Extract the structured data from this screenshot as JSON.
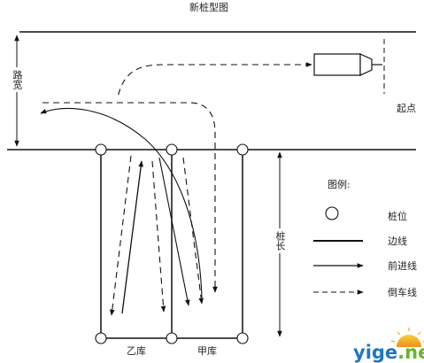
{
  "title": "新桩型图",
  "road_width_label": "路宽",
  "start_label": "起点",
  "pile_length_label": "桩长",
  "garage_b_label": "乙库",
  "garage_a_label": "甲库",
  "legend": {
    "title": "图例:",
    "items": [
      {
        "label": "桩位",
        "icon": "pile-circle-icon"
      },
      {
        "label": "边线",
        "icon": "solid-line-icon"
      },
      {
        "label": "前进线",
        "icon": "forward-arrow-icon"
      },
      {
        "label": "倒车线",
        "icon": "reverse-dashed-arrow-icon"
      }
    ]
  },
  "watermark": {
    "brand": "yige",
    "suffix": ".net"
  },
  "colors": {
    "line": "#111111",
    "watermark_blue": "#1f76c0",
    "watermark_green": "#6ab42e"
  }
}
